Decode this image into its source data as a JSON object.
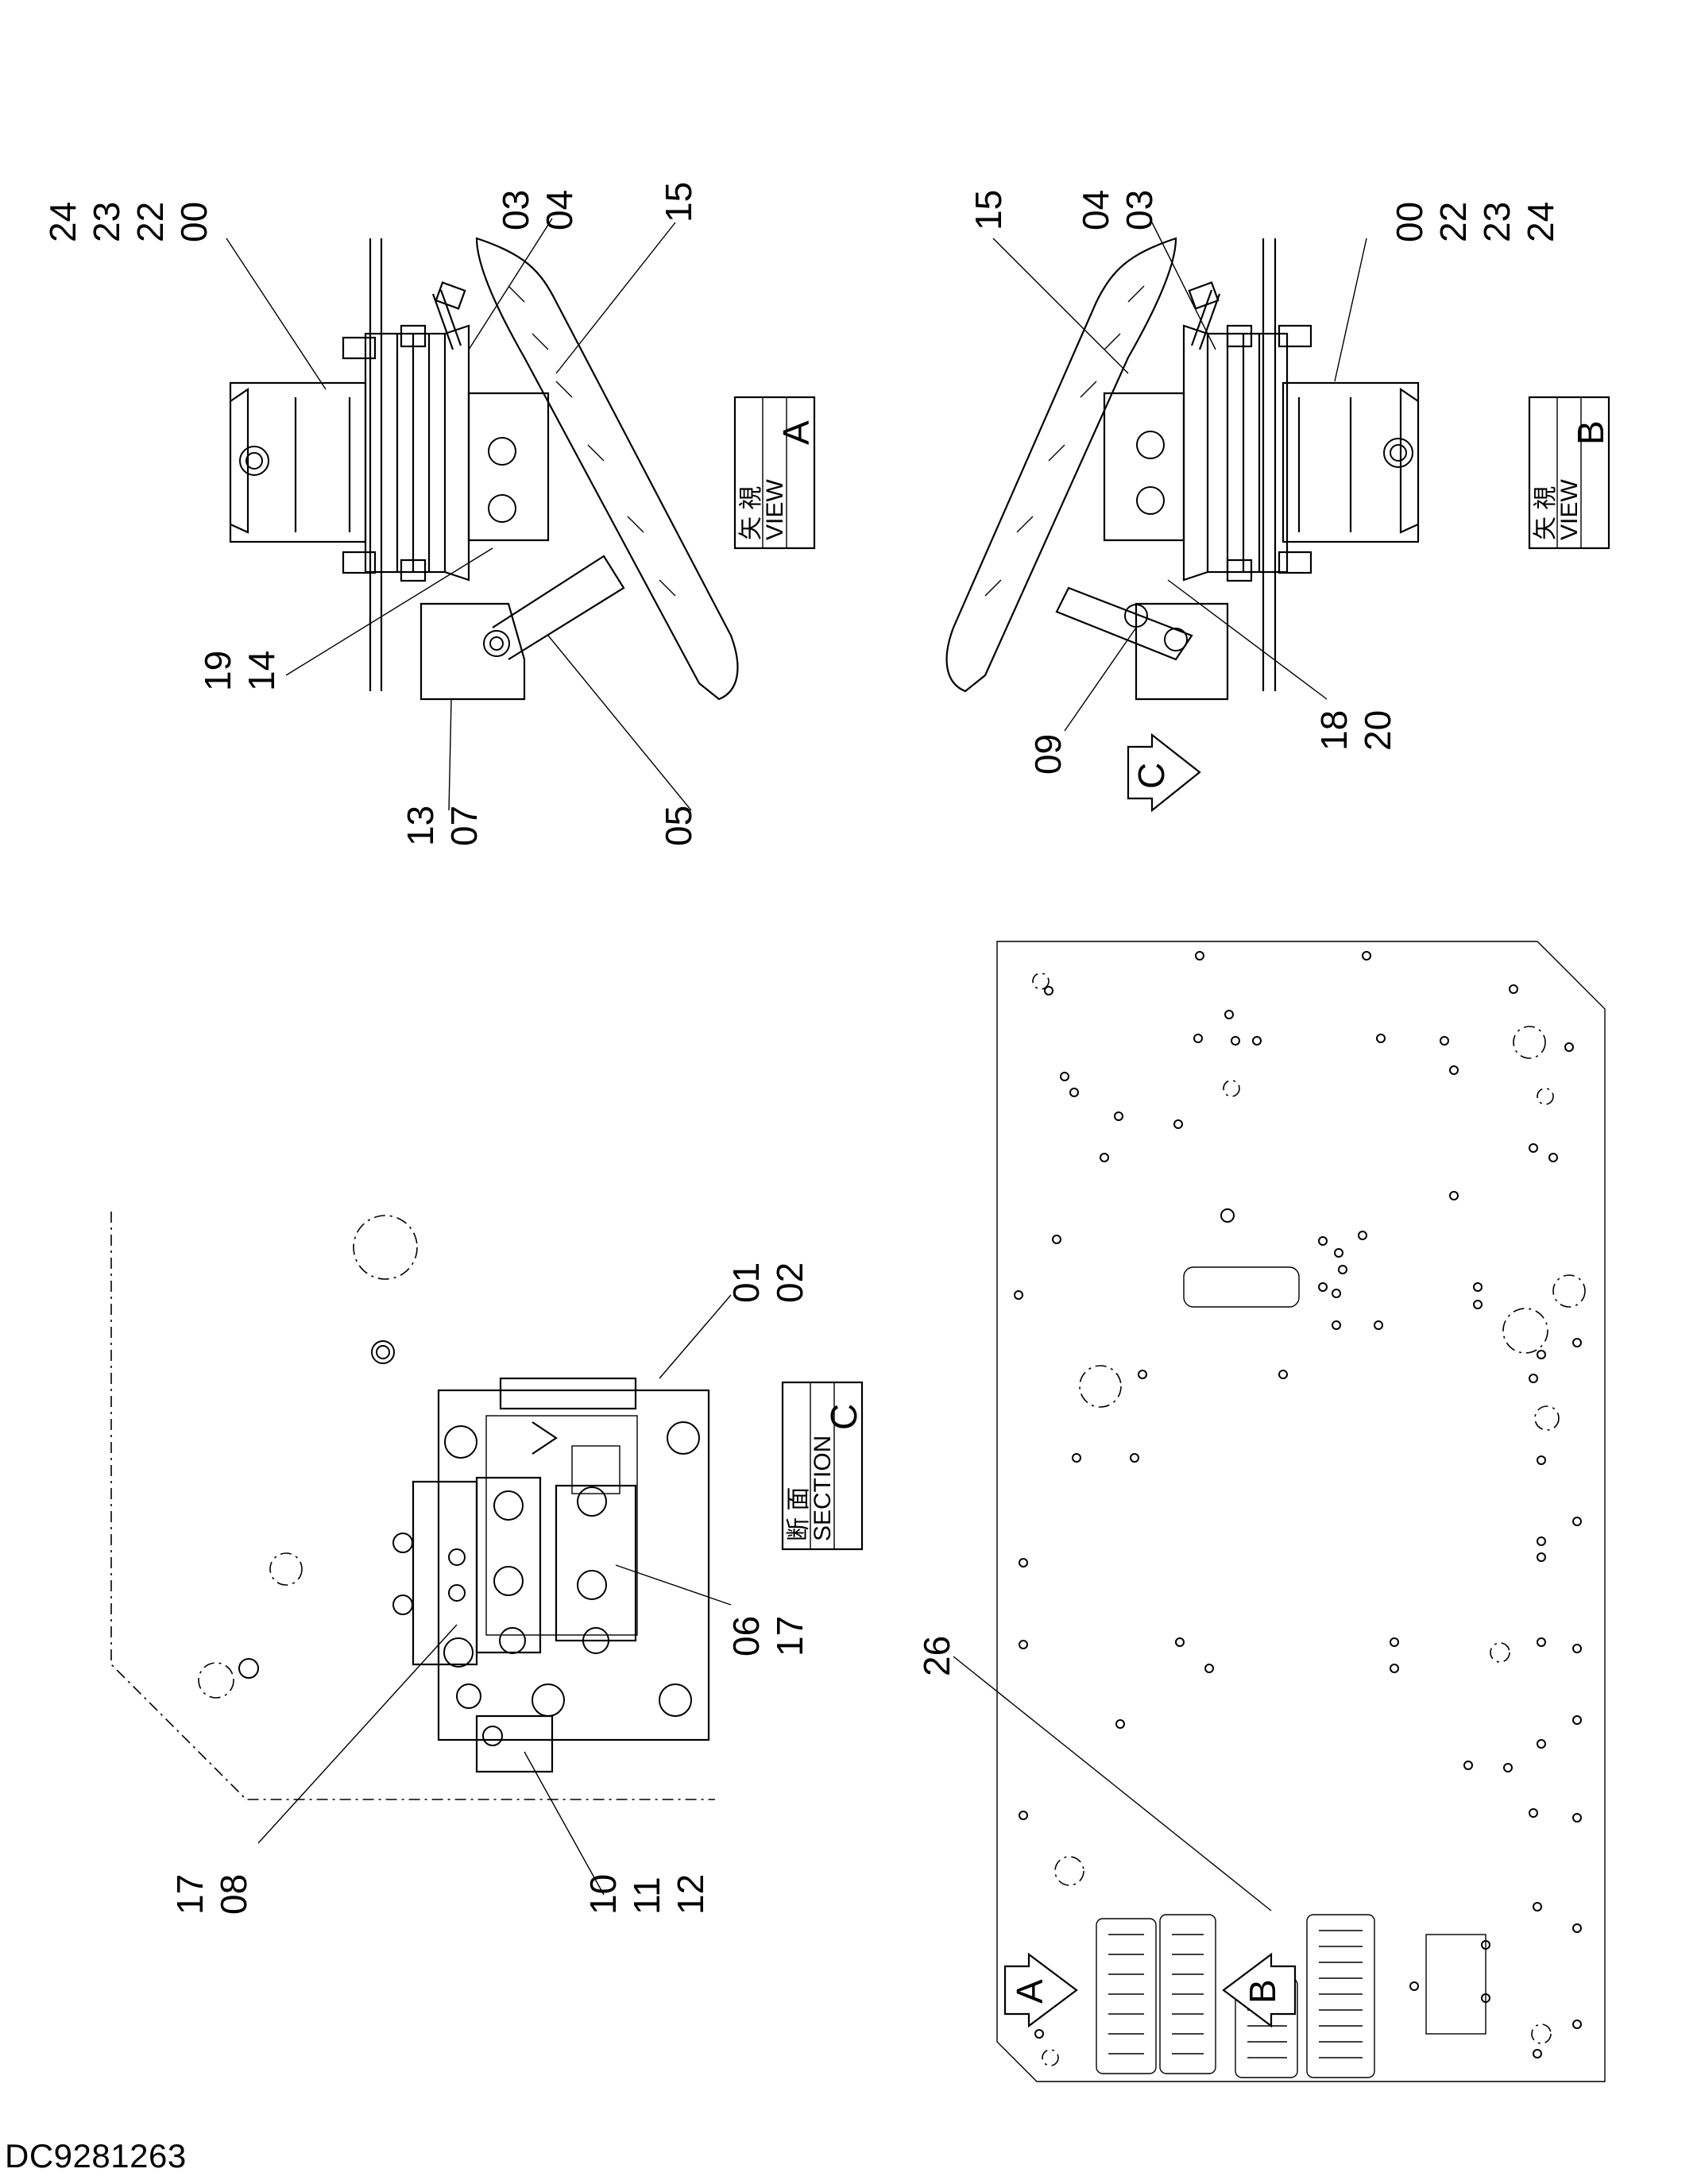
{
  "drawing_number": "DC9281263",
  "views": [
    {
      "id": "view-a",
      "jp": "矢 視",
      "word": "VIEW",
      "letter": "A"
    },
    {
      "id": "view-b",
      "jp": "矢 視",
      "word": "VIEW",
      "letter": "B"
    },
    {
      "id": "section-c",
      "jp": "断 面",
      "word": "SECTION",
      "letter": "C"
    }
  ],
  "arrow_marks": {
    "a": "A",
    "b": "B",
    "c": "C"
  },
  "callouts": {
    "a_top_left": [
      "24",
      "23",
      "22",
      "00"
    ],
    "a_top_mid": [
      "03",
      "04"
    ],
    "a_top_right": [
      "15"
    ],
    "a_bottom_left": [
      "19",
      "14"
    ],
    "a_bottom_mid": [
      "13",
      "07"
    ],
    "a_bottom_right": [
      "05"
    ],
    "b_top_left": [
      "15"
    ],
    "b_top_mid": [
      "04",
      "03"
    ],
    "b_top_right": [
      "00",
      "22",
      "23",
      "24"
    ],
    "b_bottom_left": [
      "09"
    ],
    "b_bottom_right": [
      "18",
      "20"
    ],
    "c_top_right": [
      "01",
      "02"
    ],
    "c_mid_right": [
      "06",
      "17"
    ],
    "c_bottom_left": [
      "17",
      "08"
    ],
    "c_bottom_mid": [
      "10",
      "11",
      "12"
    ],
    "floor_plate": [
      "26"
    ]
  }
}
